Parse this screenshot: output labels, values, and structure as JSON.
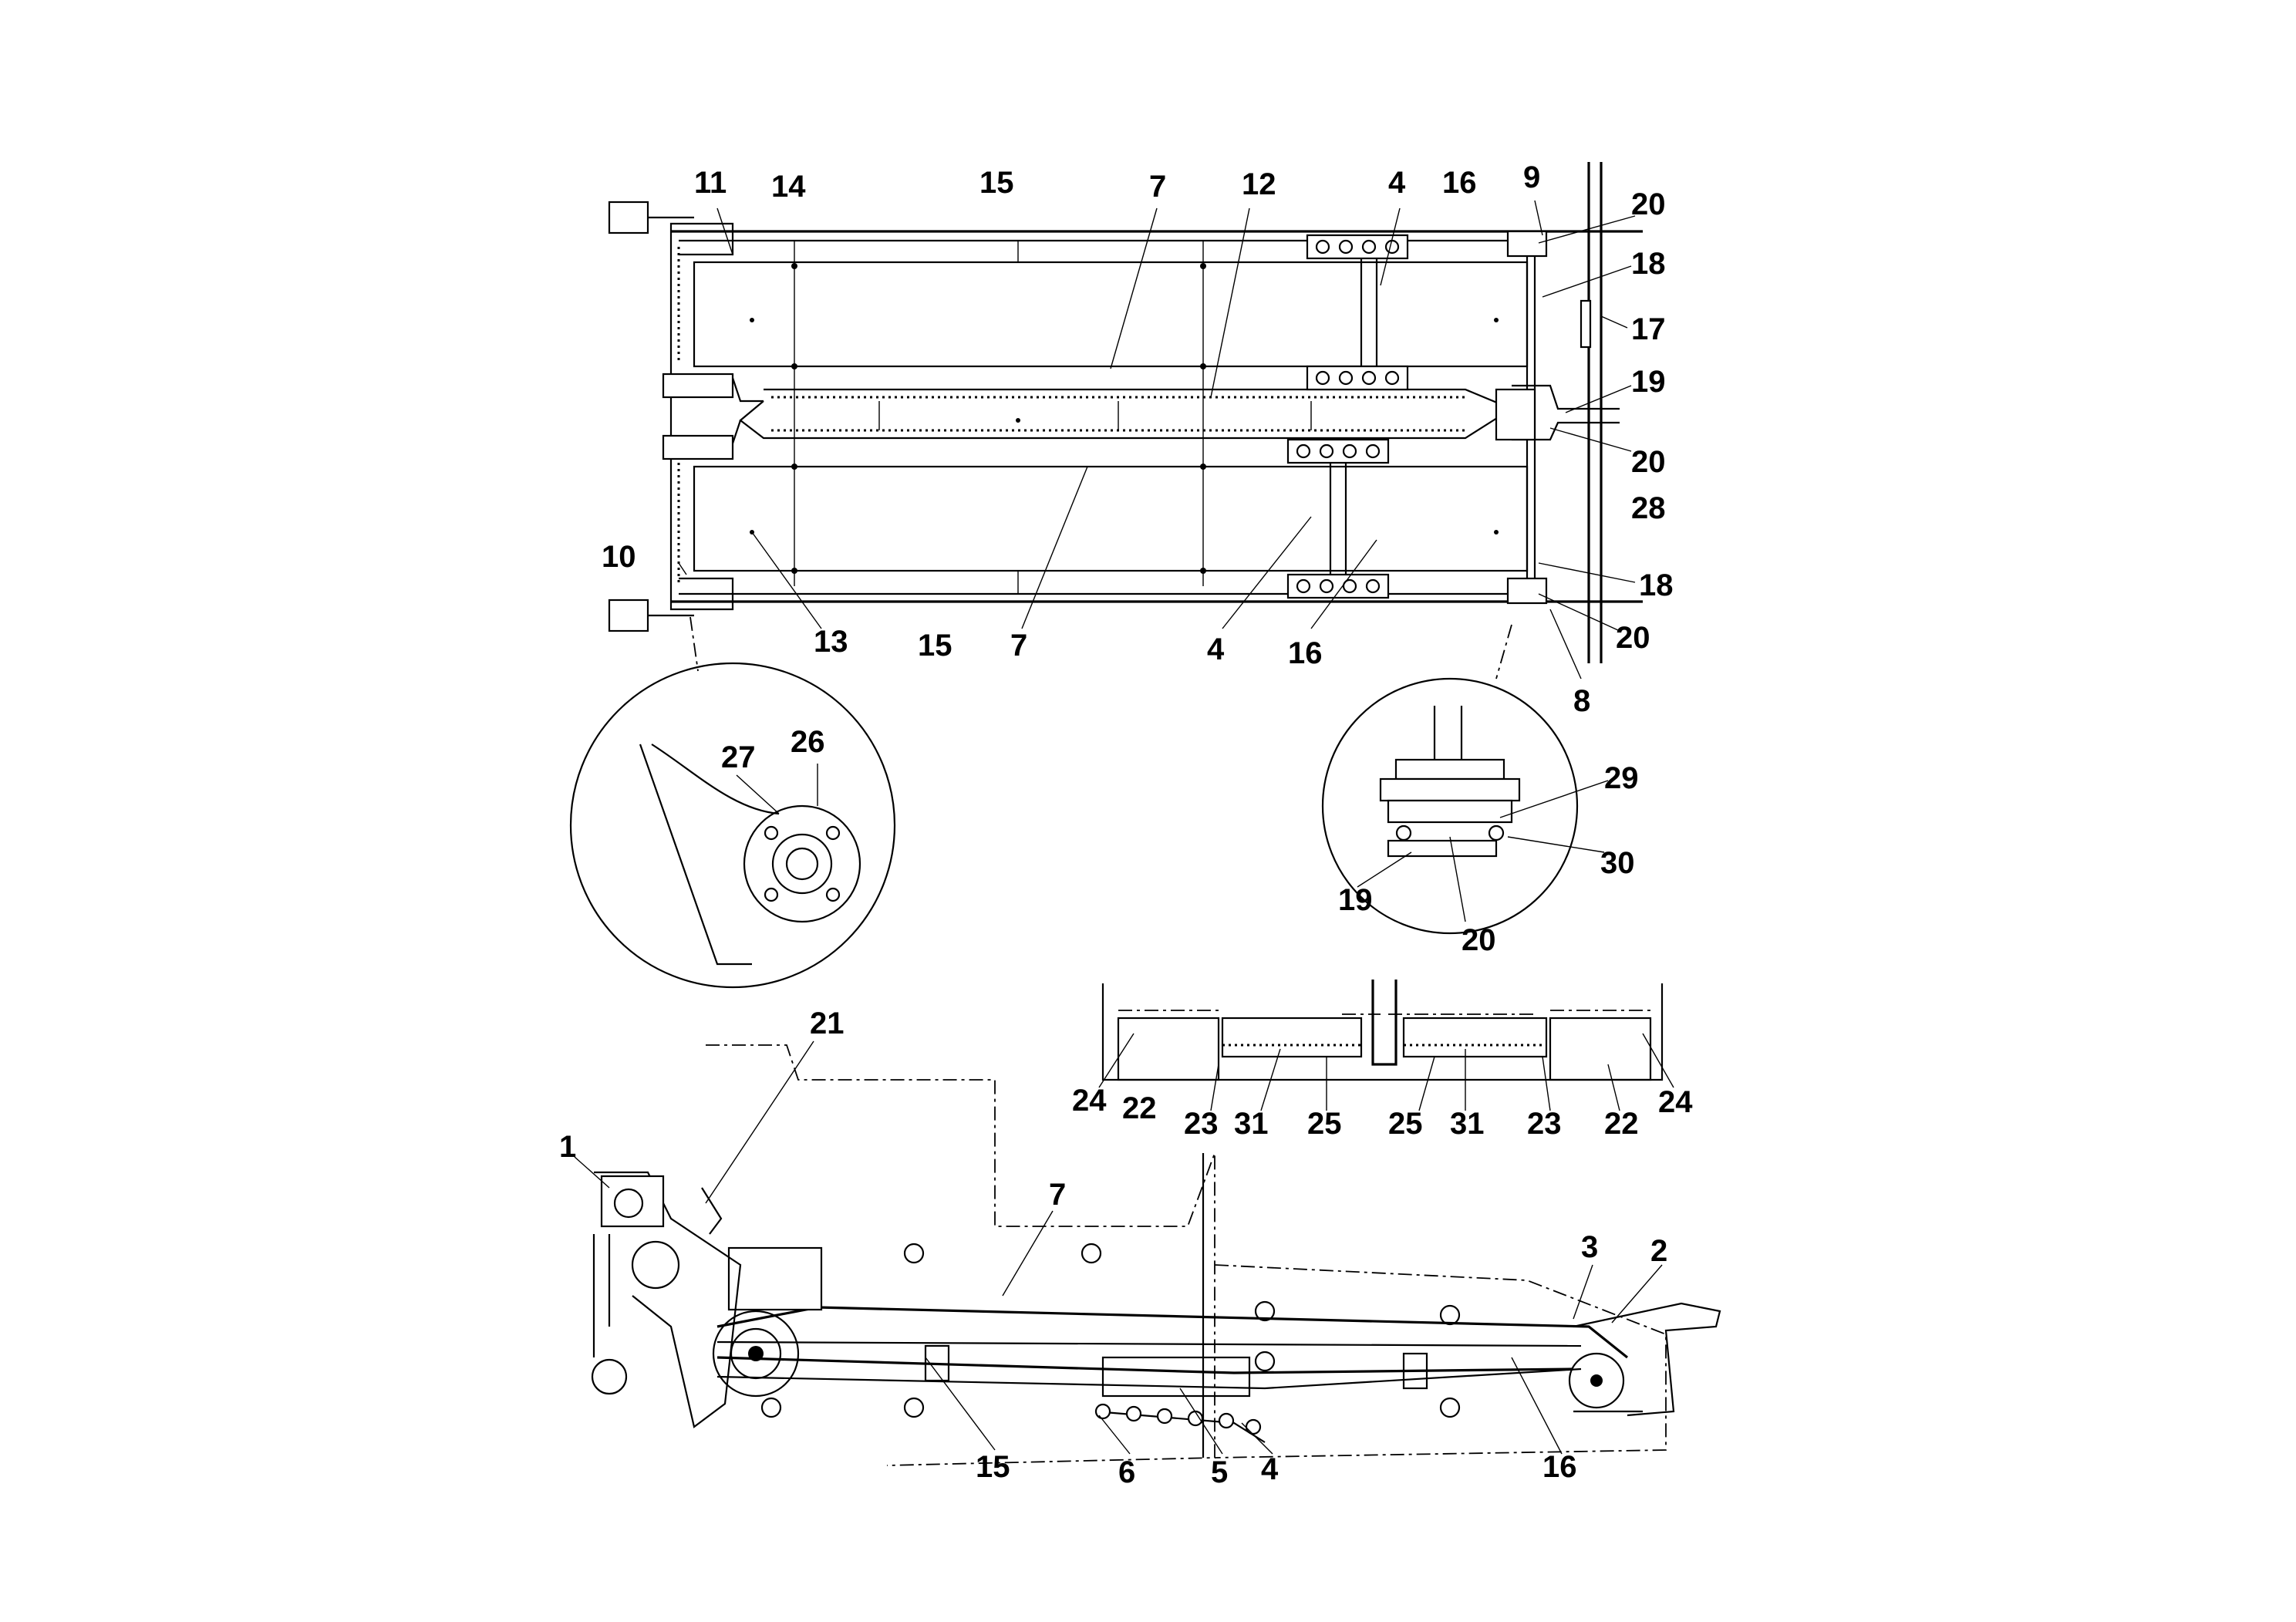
{
  "figure": {
    "stroke_color": "#000000",
    "background_color": "#ffffff"
  },
  "callouts": {
    "top_view": [
      "11",
      "14",
      "15",
      "7",
      "12",
      "4",
      "16",
      "9",
      "20",
      "18",
      "17",
      "19",
      "20",
      "28",
      "10",
      "18",
      "20",
      "13",
      "15",
      "7",
      "4",
      "16",
      "8"
    ],
    "detail_left": [
      "27",
      "26"
    ],
    "detail_right": [
      "29",
      "30",
      "19",
      "20"
    ],
    "section_view": [
      "24",
      "22",
      "23",
      "31",
      "25",
      "25",
      "31",
      "23",
      "22",
      "24"
    ],
    "side_view": [
      "21",
      "1",
      "7",
      "3",
      "2",
      "15",
      "6",
      "5",
      "4",
      "16"
    ]
  }
}
